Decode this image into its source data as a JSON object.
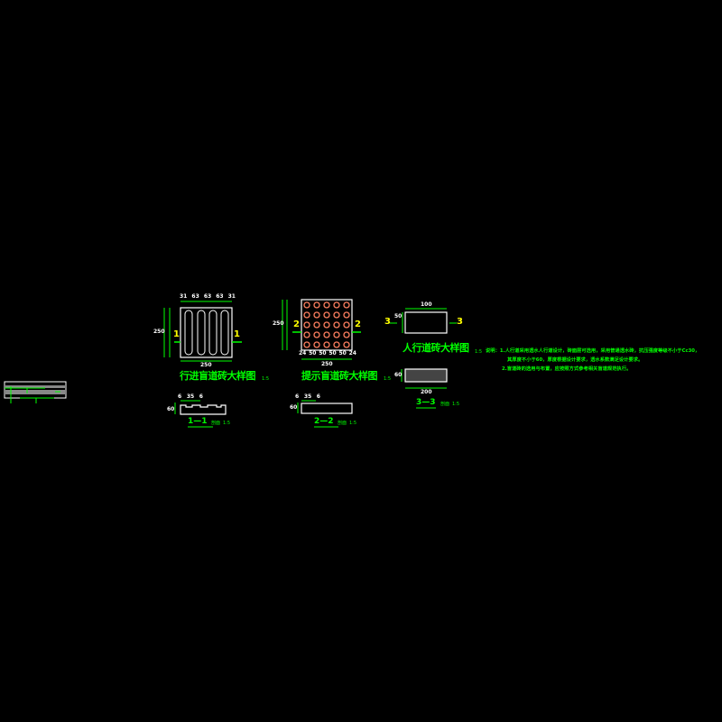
{
  "drawing": {
    "background": "#000000",
    "line_color": "#ffffff",
    "annotation_color": "#00ff00",
    "section_mark_color": "#ffff00",
    "dot_color": "#ff8060"
  },
  "detail1": {
    "title": "行进盲道砖大样图",
    "scale": "1:5",
    "top_dims": [
      "31",
      "63",
      "63",
      "63",
      "31"
    ],
    "bottom_dim": "250",
    "side_dim": "250",
    "section_mark": "1"
  },
  "detail2": {
    "title": "提示盲道砖大样图",
    "scale": "1:5",
    "bottom_dims": [
      "24",
      "50",
      "50",
      "50",
      "50",
      "24"
    ],
    "bottom_dim": "250",
    "side_dim": "250",
    "section_mark": "2"
  },
  "detail3": {
    "title": "人行道砖大样图",
    "scale": "1:5",
    "top_dim": "100",
    "side_dim": "50",
    "section_mark": "3"
  },
  "section1": {
    "title": "1—1",
    "scale_label": "剖面",
    "scale": "1:5",
    "top_dims": [
      "6",
      "35",
      "6"
    ],
    "side_dim": "60"
  },
  "section2": {
    "title": "2—2",
    "scale_label": "剖面",
    "scale": "1:5",
    "top_dims": [
      "6",
      "35",
      "6"
    ],
    "side_dim": "60"
  },
  "section3": {
    "title": "3—3",
    "scale_label": "剖面",
    "scale": "1:5",
    "bottom_dim": "200",
    "side_dim": "60"
  },
  "notes": {
    "line1": "说明：1.人行道采用透水人行道设计，砖面层可选用，采用普通透水砖，抗压强度等级不小于Cc30，",
    "line2": "其厚度不小于60，厚度根据设计要求，透水系数满足设计要求。",
    "line3": "2.盲道砖的选用与布置，应按照方式参考相关盲道规范执行。"
  }
}
